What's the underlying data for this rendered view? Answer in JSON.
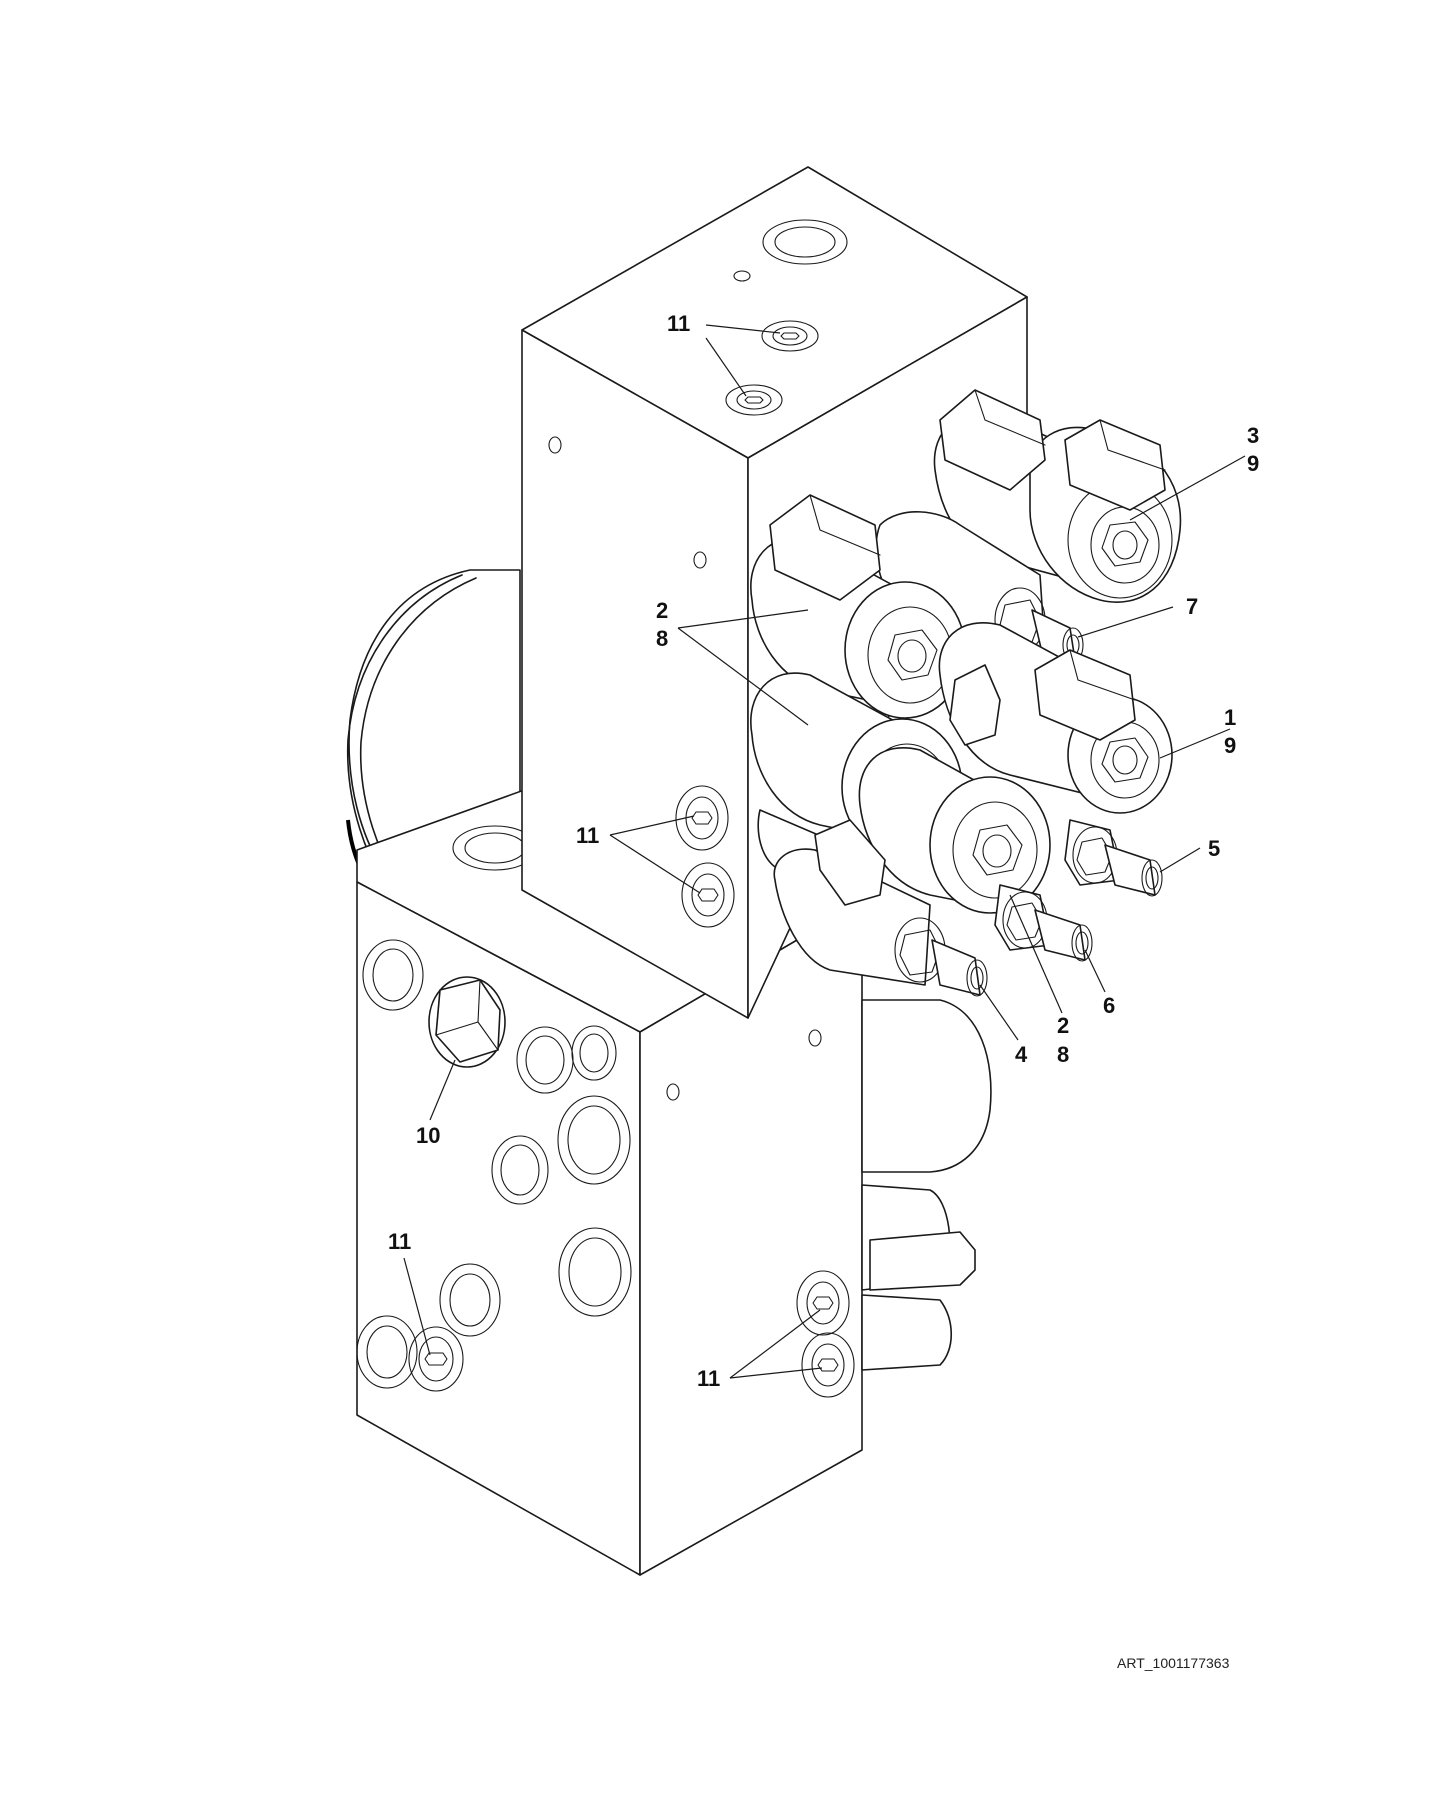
{
  "colors": {
    "line": "#1a1a1a",
    "text": "#111111",
    "background": "#ffffff"
  },
  "callouts": {
    "c11_top": "11",
    "c3": "3",
    "c9_top": "9",
    "c2_left": "2",
    "c8_left": "8",
    "c7": "7",
    "c1": "1",
    "c9_mid": "9",
    "c11_mid": "11",
    "c5": "5",
    "c6": "6",
    "c2_bottom": "2",
    "c8_bottom": "8",
    "c4": "4",
    "c10": "10",
    "c11_low_left": "11",
    "c11_low_right": "11"
  },
  "art_id": "ART_1001177363"
}
